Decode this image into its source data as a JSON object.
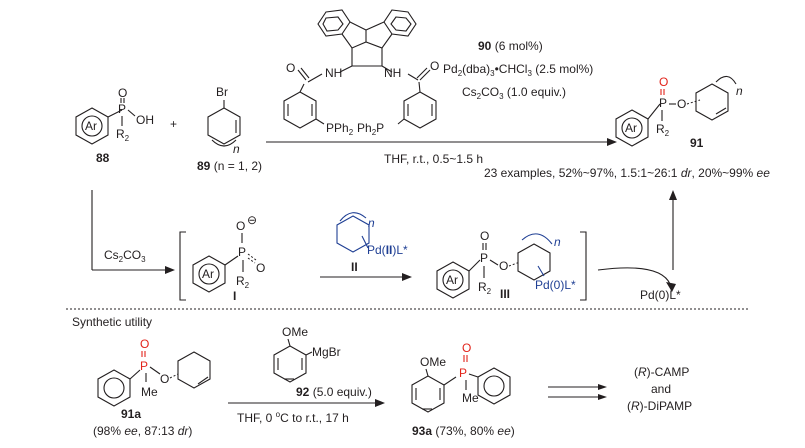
{
  "colors": {
    "ink": "#231f20",
    "oxygen": "#e2231a",
    "catalyst": "#1f3f94"
  },
  "top_reaction": {
    "reactant_88": {
      "ar": "Ar",
      "o": "O",
      "p": "P",
      "oh": "OH",
      "r2": "R",
      "r2_sub": "2",
      "label": "88"
    },
    "plus": "+",
    "reactant_89": {
      "br": "Br",
      "n": "n",
      "label": "89",
      "label_suffix": " (n = 1, 2)"
    },
    "ligand": {
      "nh_left": "N",
      "h": "H",
      "o": "O",
      "pph2": "PPh",
      "pph2_sub": "2",
      "ph2p": "Ph",
      "ph2p_sub": "2",
      "p_after": "P"
    },
    "conditions": {
      "cat_label": "90",
      "cat_amount": " (6 mol%)",
      "pd_source": "Pd",
      "pd_sub1": "2",
      "pd_mid": "(dba)",
      "pd_sub2": "3",
      "pd_end": "•CHCl",
      "pd_sub3": "3",
      "pd_amount": " (2.5 mol%)",
      "base": "Cs",
      "base_sub1": "2",
      "base_mid": "CO",
      "base_sub2": "3",
      "base_amount": " (1.0 equiv.)",
      "below": "THF, r.t., 0.5~1.5 h"
    },
    "product_91": {
      "ar": "Ar",
      "o_top": "O",
      "p": "P",
      "o_link": "O",
      "r2": "R",
      "r2_sub": "2",
      "n": "n",
      "label": "91"
    },
    "scope": {
      "prefix": "23 examples, 52%~97%, 1.5:1~26:1 ",
      "dr": "dr",
      "middle": ", 20%~99% ",
      "ee": "ee"
    }
  },
  "mechanism": {
    "base": "Cs",
    "base_sub": "2",
    "base_end": "CO",
    "base_sub2": "3",
    "intermediate_I": {
      "ar": "Ar",
      "o_top": "O",
      "o_minus": "⊖",
      "p": "P",
      "o_right": "O",
      "r2": "R",
      "r2_sub": "2",
      "label": "I"
    },
    "intermediate_II": {
      "n": "n",
      "pd": "Pd(",
      "pd_ox": "II",
      "pd_end": ")L*",
      "label": "II"
    },
    "intermediate_III": {
      "ar": "Ar",
      "o_top": "O",
      "p": "P",
      "o_link": "O",
      "r2": "R",
      "r2_sub": "2",
      "n": "n",
      "pd": "Pd(0)L*",
      "label": "III"
    },
    "released": "Pd(0)L*"
  },
  "utility": {
    "heading": "Synthetic utility",
    "compound_91a": {
      "o": "O",
      "p": "P",
      "o_link": "O",
      "me": "Me",
      "label": "91a",
      "note_prefix": "(98% ",
      "note_ee": "ee",
      "note_mid": ", 87:13 ",
      "note_dr": "dr",
      "note_suffix": ")"
    },
    "grignard": {
      "ome": "OMe",
      "mgbr": "MgBr",
      "label": "92",
      "amount": " (5.0 equiv.)"
    },
    "conditions": {
      "prefix": "THF, 0 ",
      "deg": "o",
      "suffix": "C to r.t., 17 h"
    },
    "compound_93a": {
      "ome": "OMe",
      "o": "O",
      "p": "P",
      "me": "Me",
      "label": "93a",
      "note_prefix": " (73%, 80% ",
      "note_ee": "ee",
      "note_suffix": ")"
    },
    "targets": {
      "camp_r": "R",
      "camp": "-CAMP",
      "and": "and",
      "dipamp_r": "R",
      "dipamp": "-DiPAMP"
    }
  }
}
